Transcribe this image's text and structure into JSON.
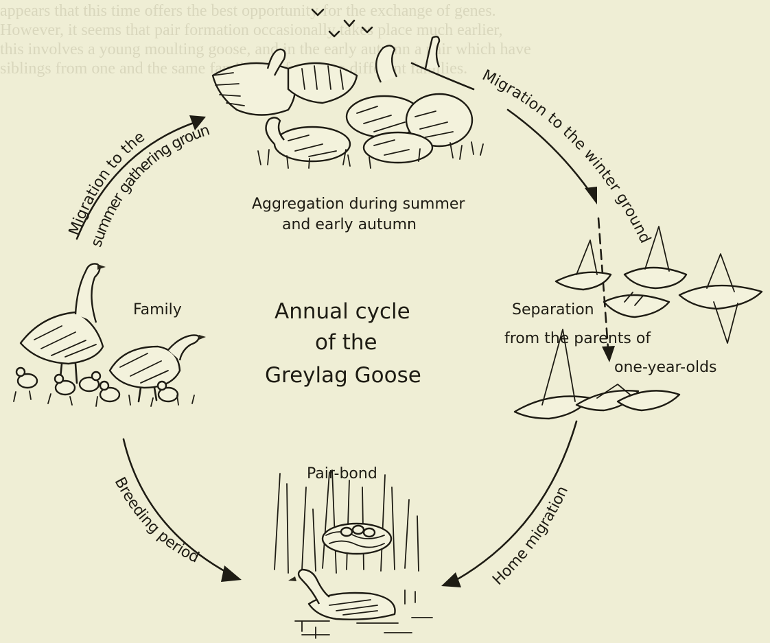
{
  "diagram": {
    "title_lines": [
      "Annual cycle",
      "of the",
      "Greylag Goose"
    ],
    "stages": {
      "aggregation": [
        "Aggregation during summer",
        "and early autumn"
      ],
      "family": "Family",
      "separation": [
        "Separation",
        "from the parents of",
        "one-year-olds"
      ],
      "pair_bond": "Pair-bond"
    },
    "arrows": {
      "migration_summer": [
        "Migration to the",
        "summer gathering ground"
      ],
      "migration_winter": "Migration to the winter ground",
      "home_migration": "Home migration",
      "breeding_period": "Breeding period"
    }
  },
  "background_bleed_text": [
    "appears that this time offers the best opportunity for the exchange of genes.",
    "However, it seems that pair formation occasionally takes place much earlier,",
    "this involves a young moulting goose, and in the early autumn a pair which have",
    "siblings from one and the same family, not from two different families."
  ]
}
